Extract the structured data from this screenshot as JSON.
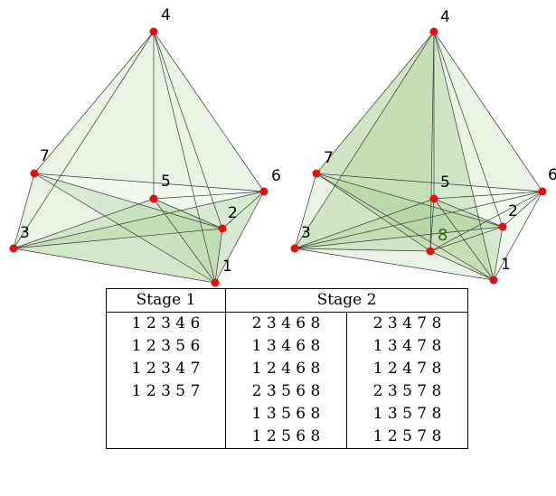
{
  "labels": {
    "left": {
      "p1": "1",
      "p2": "2",
      "p3": "3",
      "p4": "4",
      "p5": "5",
      "p6": "6",
      "p7": "7"
    },
    "right": {
      "p1": "1",
      "p2": "2",
      "p3": "3",
      "p4": "4",
      "p5": "5",
      "p6": "6",
      "p7": "7",
      "p8": "8"
    }
  },
  "table": {
    "headers": {
      "stage1": "Stage 1",
      "stage2": "Stage 2"
    },
    "rows": [
      [
        "1 2 3 4 6",
        "2 3 4 6 8",
        "2 3 4 7 8"
      ],
      [
        "1 2 3 5 6",
        "1 3 4 6 8",
        "1 3 4 7 8"
      ],
      [
        "1 2 3 4 7",
        "1 2 4 6 8",
        "1 2 4 7 8"
      ],
      [
        "1 2 3 5 7",
        "2 3 5 6 8",
        "2 3 5 7 8"
      ],
      [
        "",
        "1 3 5 6 8",
        "1 3 5 7 8"
      ],
      [
        "",
        "1 2 5 6 8",
        "1 2 5 7 8"
      ]
    ]
  },
  "colors": {
    "vertex": "#e01010",
    "face_fill": "#cfe6c4",
    "edge": "#3a3a3a",
    "label8": "#2f6b1e"
  }
}
